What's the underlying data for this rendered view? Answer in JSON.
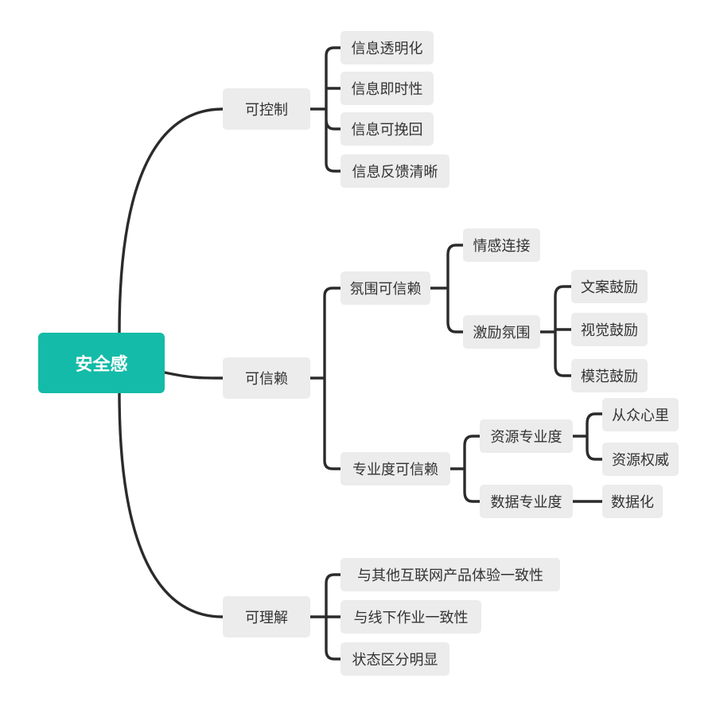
{
  "root": {
    "label": "安全感",
    "color": "#14bba8"
  },
  "branches": [
    {
      "label": "可控制",
      "children": [
        "信息透明化",
        "信息即时性",
        "信息可挽回",
        "信息反馈清晰"
      ]
    },
    {
      "label": "可信赖",
      "children": [
        {
          "label": "氛围可信赖",
          "children": [
            {
              "label": "情感连接"
            },
            {
              "label": "激励氛围",
              "children": [
                "文案鼓励",
                "视觉鼓励",
                "模范鼓励"
              ]
            }
          ]
        },
        {
          "label": "专业度可信赖",
          "children": [
            {
              "label": "资源专业度",
              "children": [
                "从众心里",
                "资源权威"
              ]
            },
            {
              "label": "数据专业度",
              "children": [
                "数据化"
              ]
            }
          ]
        }
      ]
    },
    {
      "label": "可理解",
      "children": [
        "与其他互联网产品体验一致性",
        "与线下作业一致性",
        "状态区分明显"
      ]
    }
  ]
}
